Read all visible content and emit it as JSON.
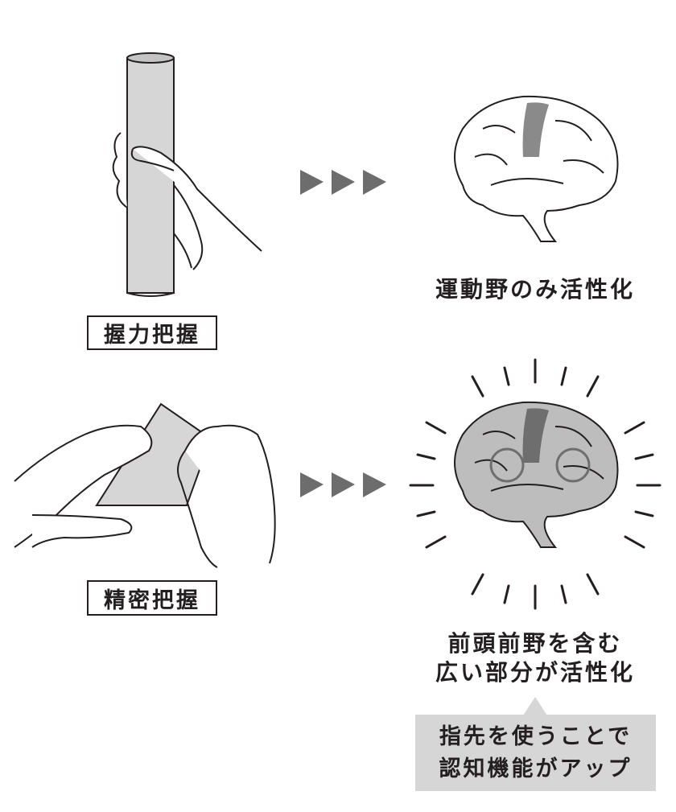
{
  "power_grip": {
    "label": "握力把握",
    "result": "運動野のみ活性化"
  },
  "precision_grip": {
    "label": "精密把握",
    "result_line1": "前頭前野を含む",
    "result_line2": "広い部分が活性化"
  },
  "callout": {
    "line1": "指先を使うことで",
    "line2": "認知機能がアップ"
  },
  "colors": {
    "ink": "#231f20",
    "gray_fill": "#d6d6d6",
    "brain_gray": "#bdbdbd",
    "active_area": "#6e6e6e",
    "arrow": "#6d6d6d"
  }
}
